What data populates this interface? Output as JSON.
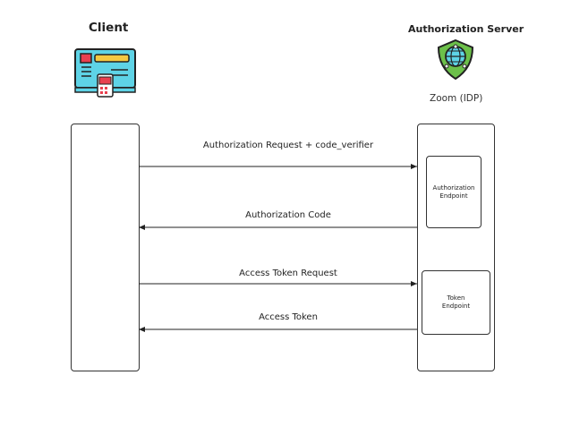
{
  "client": {
    "title": "Client",
    "icon": "client-dashboard-icon",
    "device_icon": "multi-device-icon"
  },
  "server": {
    "title": "Authorization Server",
    "icon": "globe-shield-icon",
    "idp_label": "Zoom (IDP)"
  },
  "endpoints": {
    "authorization": [
      "Authorization",
      "Endpoint"
    ],
    "token": [
      "Token",
      "Endpoint"
    ]
  },
  "messages": [
    {
      "label": "Authorization Request + code_verifier",
      "direction": "client-to-server"
    },
    {
      "label": "Authorization Code",
      "direction": "server-to-client"
    },
    {
      "label": "Access Token Request",
      "direction": "client-to-server"
    },
    {
      "label": "Access Token",
      "direction": "server-to-client"
    }
  ],
  "colors": {
    "line": "#333333",
    "cyan": "#5ed3e6",
    "red": "#e8404f",
    "yellow": "#f5c842",
    "green": "#6cc04a",
    "pink": "#f2a0c0"
  }
}
